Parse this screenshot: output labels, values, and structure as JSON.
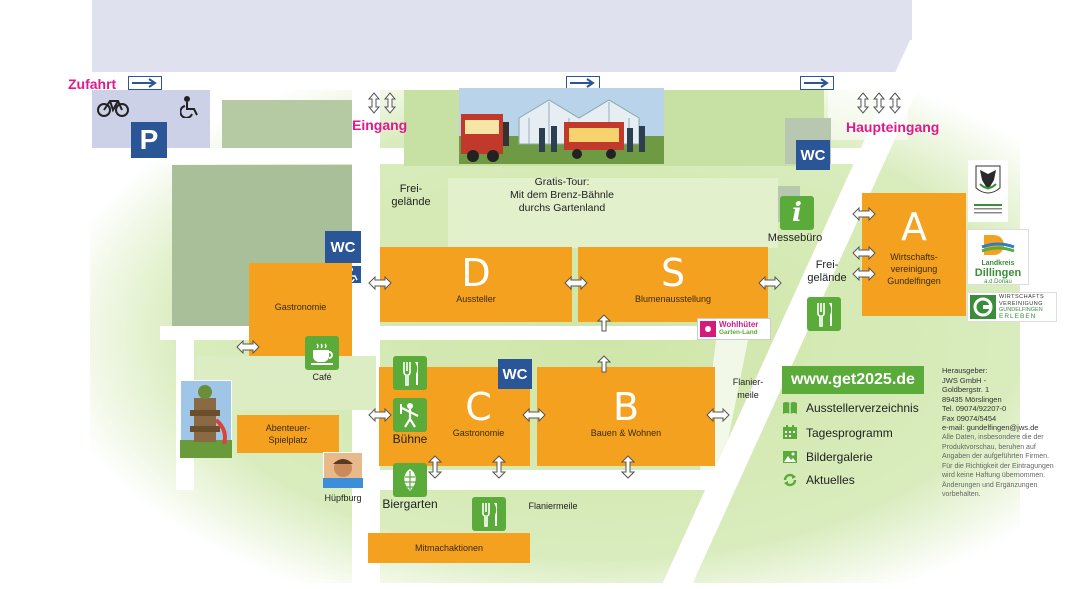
{
  "top_labels": {
    "zufahrt": "Zufahrt",
    "eingang": "Eingang",
    "haupteingang": "Haupteingang"
  },
  "parking": {
    "letter": "P"
  },
  "photo_caption": {
    "line1": "Gratis-Tour:",
    "line2": "Mit dem Brenz-Bähnle",
    "line3": "durchs Gartenland"
  },
  "areas": {
    "freigelaende_left": [
      "Frei-",
      "gelände"
    ],
    "freigelaende_right": [
      "Frei-",
      "gelände"
    ],
    "messebuero": "Messebüro",
    "flaniermeile_side": [
      "Flanier-",
      "meile"
    ],
    "flaniermeile_bottom": "Flaniermeile",
    "cafe": "Café",
    "buehne": "Bühne",
    "biergarten": "Biergarten",
    "huepfburg": "Hüpfburg"
  },
  "halls": {
    "gastronomie_left": {
      "name": "Gastronomie"
    },
    "D": {
      "letter": "D",
      "name": "Aussteller"
    },
    "S": {
      "letter": "S",
      "name": "Blumenausstellung"
    },
    "A": {
      "letter": "A",
      "name_lines": [
        "Wirtschafts-",
        "vereinigung",
        "Gundelfingen"
      ]
    },
    "C": {
      "letter": "C",
      "name": "Gastronomie"
    },
    "B": {
      "letter": "B",
      "name": "Bauen & Wohnen"
    },
    "abenteuer": {
      "name_lines": [
        "Abenteuer-",
        "Spielplatz"
      ]
    },
    "mitmach": {
      "name": "Mitmachaktionen"
    }
  },
  "wc_label": "WC",
  "info_letter": "i",
  "wohlhueter": {
    "line1": "Wohlhüter",
    "line2": "Garten-Land"
  },
  "logos": {
    "dillingen": {
      "line1": "Landkreis",
      "line2": "Dillingen",
      "line3": "a.d.Donau"
    },
    "wirtschaft": {
      "line1": "WIRTSCHAFTS",
      "line2": "VEREINIGUNG",
      "line3": "GUNDELFINGEN",
      "line4": "ERLEBEN"
    }
  },
  "website": "www.get2025.de",
  "legend": [
    {
      "icon": "book-icon",
      "label": "Ausstellerverzeichnis"
    },
    {
      "icon": "calendar-icon",
      "label": "Tagesprogramm"
    },
    {
      "icon": "gallery-icon",
      "label": "Bildergalerie"
    },
    {
      "icon": "refresh-icon",
      "label": "Aktuelles"
    }
  ],
  "publisher": {
    "lines": [
      "Herausgeber:",
      "JWS GmbH -",
      "Goldbergstr. 1",
      "89435 Mörslingen",
      "Tel. 09074/92207-0",
      "Fax 09074/5454",
      "e-mail: gundelfingen@jws.de"
    ],
    "disclaimer": [
      "Alle Daten, insbesondere die der",
      "Produktvorschau, beruhen auf",
      "Angaben der aufgeführten Firmen.",
      "Für die Richtigkeit der Eintragungen",
      "wird keine Haftung übernommen.",
      "Änderungen und Ergänzungen",
      "vorbehalten."
    ]
  },
  "colors": {
    "hall_orange": "#f4a11f",
    "road_green": "#d4e8b3",
    "wc_blue": "#2a5597",
    "icon_green": "#5aab3a",
    "entrance_pink": "#e0198c"
  }
}
